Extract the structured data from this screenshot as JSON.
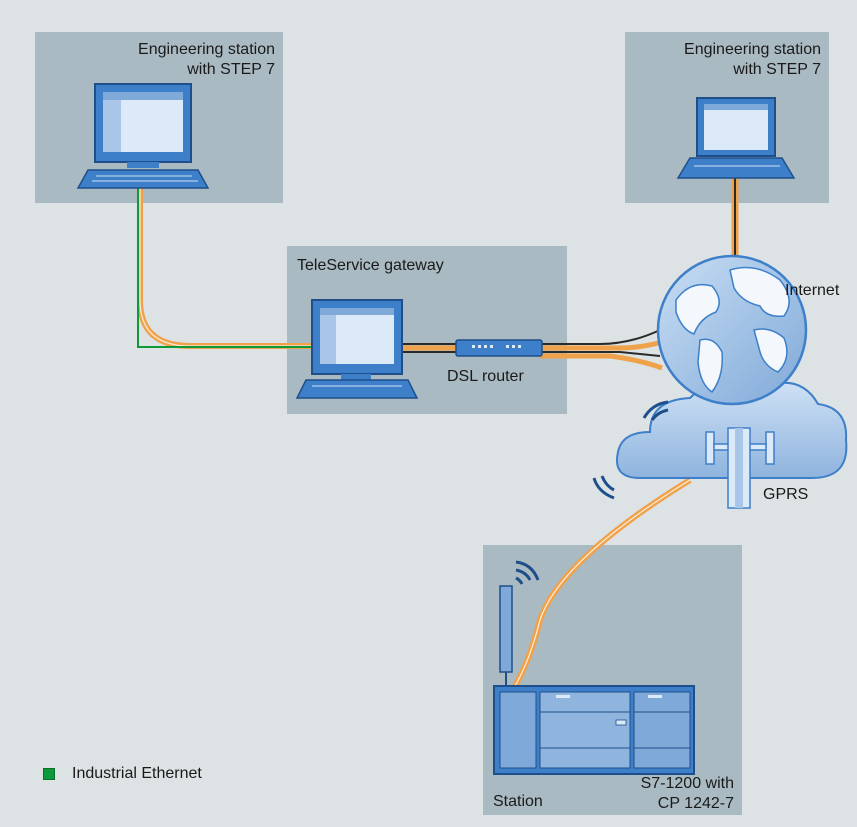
{
  "nodes": {
    "eng_station_1": {
      "line1": "Engineering station",
      "line2": "with STEP 7"
    },
    "eng_station_2": {
      "line1": "Engineering station",
      "line2": "with STEP 7"
    },
    "teleservice_gateway": {
      "title": "TeleService gateway"
    },
    "dsl_router": {
      "label": "DSL router"
    },
    "internet": {
      "label": "Internet"
    },
    "gprs": {
      "label": "GPRS"
    },
    "station": {
      "label": "Station",
      "device_line1": "S7-1200 with",
      "device_line2": "CP 1242-7"
    }
  },
  "legend": {
    "industrial_ethernet": "Industrial Ethernet"
  },
  "colors": {
    "background": "#dde2e5",
    "box": "#a9bac3",
    "device_blue": "#3d7fc9",
    "screen": "#dbe9f8",
    "cable_orange": "#f0a24a",
    "cable_dark": "#2a2a2a",
    "industrial_ethernet": "#0f9a3a"
  },
  "icons": [
    "pc-icon",
    "laptop-icon",
    "router-icon",
    "globe-icon",
    "cloud-icon",
    "antenna-icon",
    "plc-icon",
    "wireless-icon"
  ]
}
